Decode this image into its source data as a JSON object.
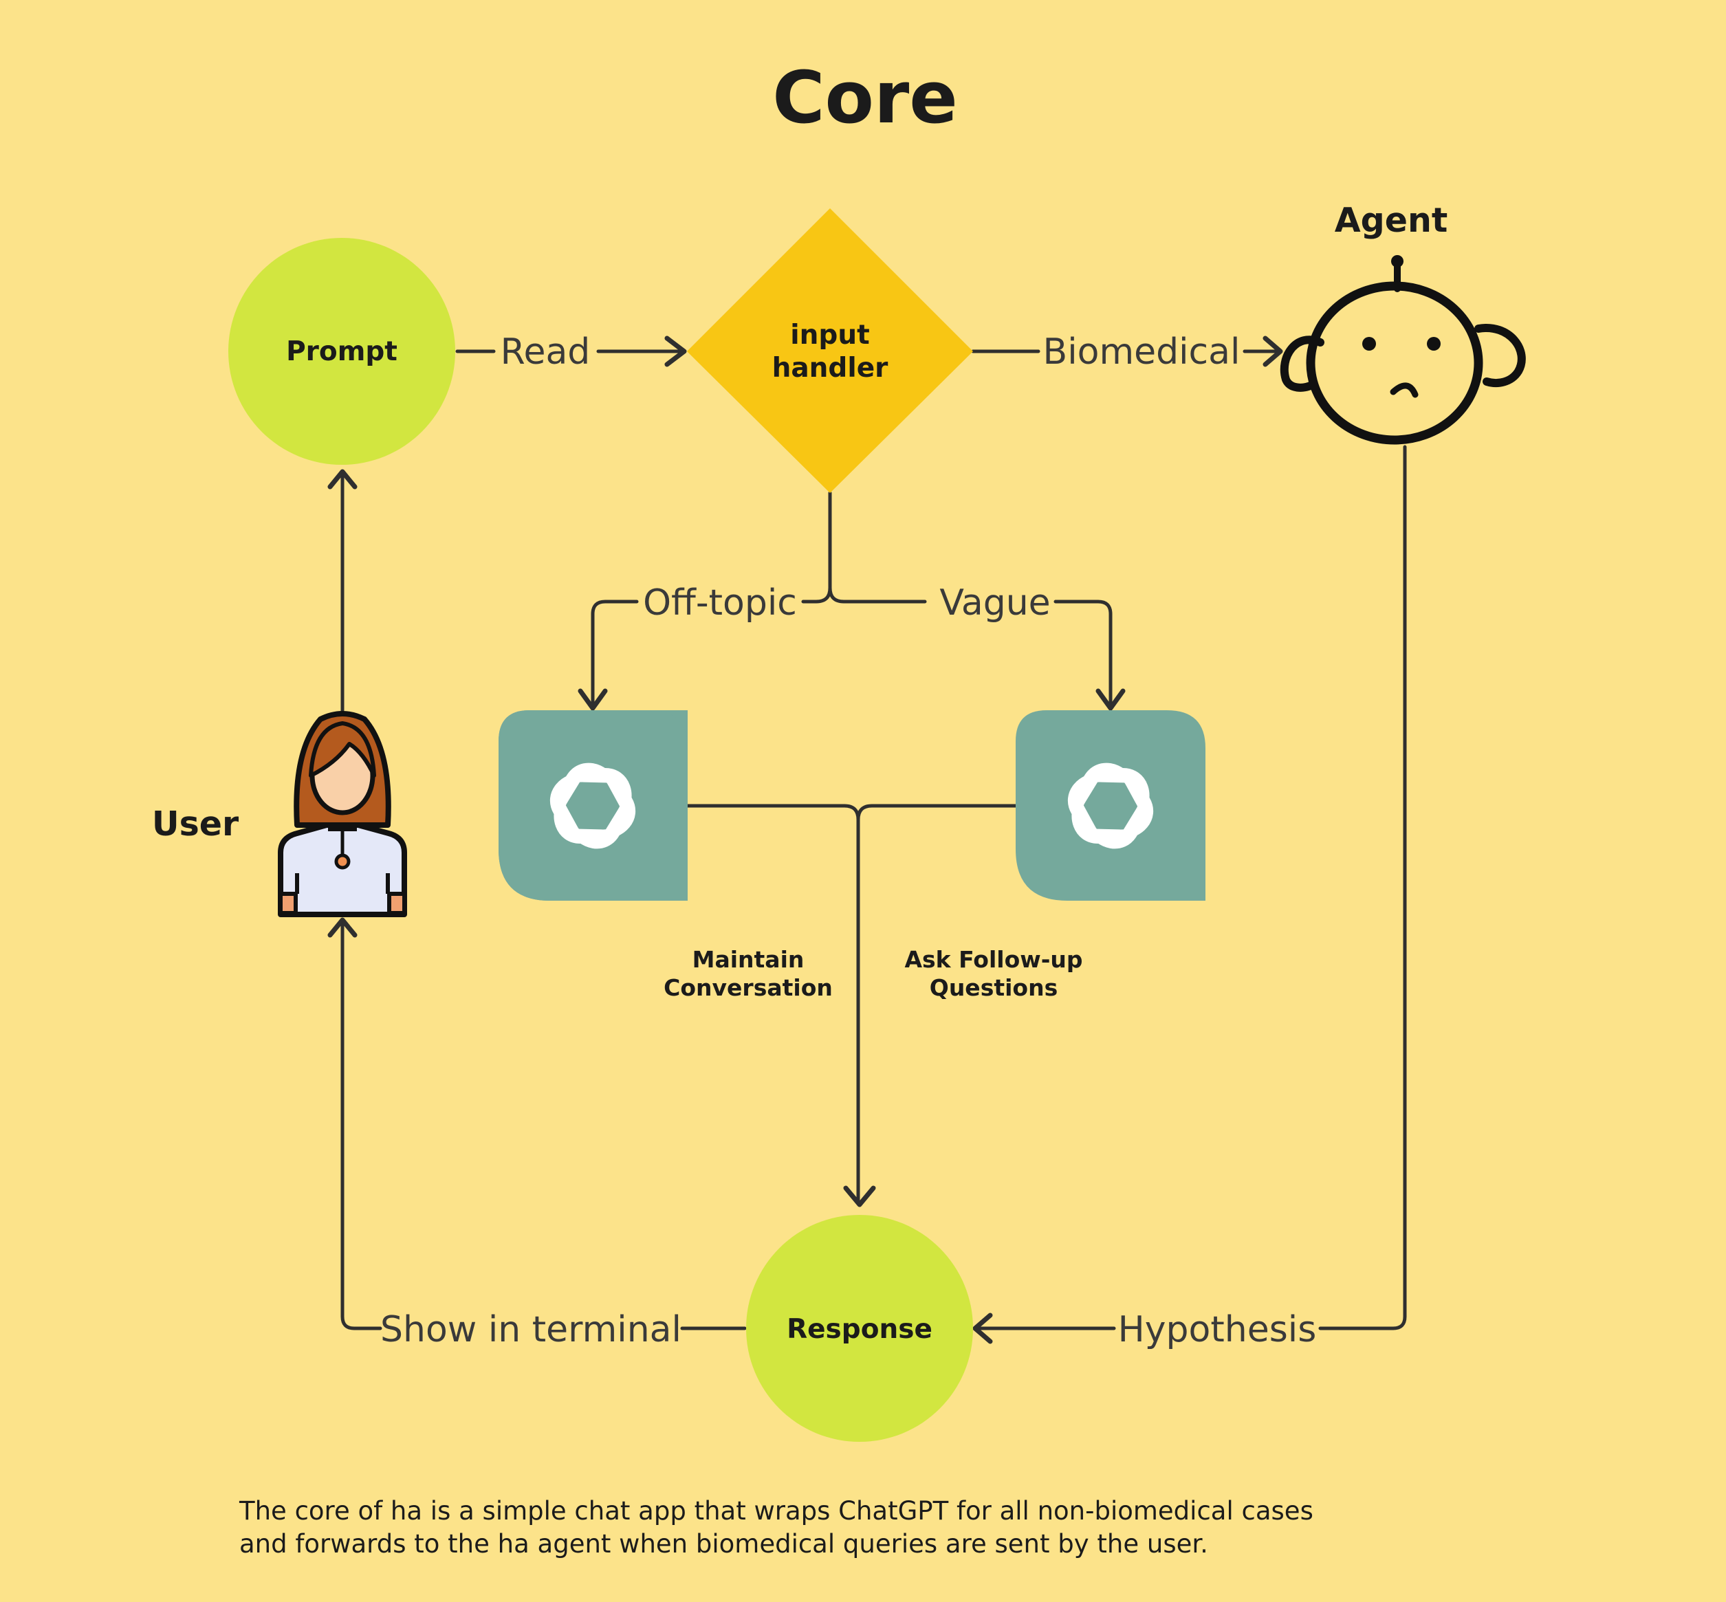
{
  "title": "Core",
  "nodes": {
    "prompt": "Prompt",
    "input_handler": [
      "input",
      "handler"
    ],
    "agent": "Agent",
    "user": "User",
    "response": "Response"
  },
  "edges": {
    "read": "Read",
    "biomedical": "Biomedical",
    "off_topic": "Off-topic",
    "vague": "Vague",
    "show_in_terminal": "Show in terminal",
    "hypothesis": "Hypothesis"
  },
  "llm_captions": {
    "maintain": [
      "Maintain",
      "Conversation"
    ],
    "ask": [
      "Ask Follow-up",
      "Questions"
    ]
  },
  "caption": [
    "The core of ha is a simple chat app that wraps ChatGPT for all non-biomedical cases",
    "and forwards to the ha agent when biomedical queries are sent by the user."
  ],
  "colors": {
    "background": "#FCE38A",
    "circle": "#D2E640",
    "diamond": "#F8C614",
    "llm_tile": "#75A99C",
    "line": "#2f2f2f"
  },
  "icons": {
    "llm": "openai-logo-icon",
    "agent": "agent-face-icon",
    "user": "user-avatar-icon"
  }
}
